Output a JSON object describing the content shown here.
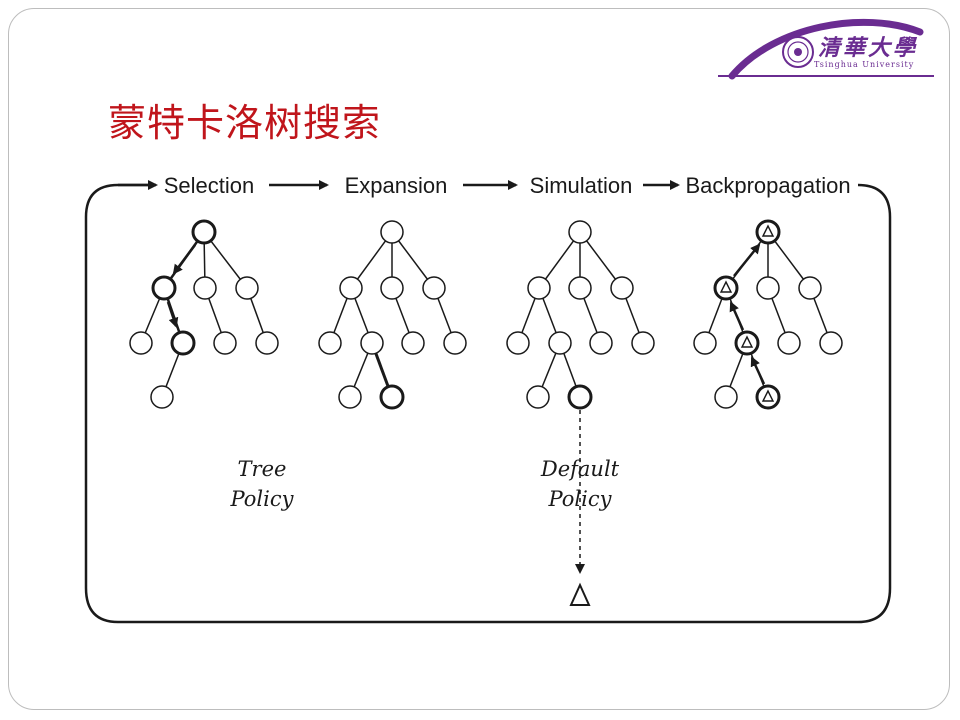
{
  "header": {
    "title": "蒙特卡洛树搜索",
    "logo": {
      "name_cn": "清華大學",
      "name_en": "Tsinghua University",
      "accent_color": "#6a2c91"
    }
  },
  "diagram": {
    "stages": [
      "Selection",
      "Expansion",
      "Simulation",
      "Backpropagation"
    ],
    "policies": {
      "tree": [
        "Tree",
        "Policy"
      ],
      "default": [
        "Default",
        "Policy"
      ]
    },
    "colors": {
      "title": "#c0151b",
      "ink": "#1a1a1a"
    }
  }
}
